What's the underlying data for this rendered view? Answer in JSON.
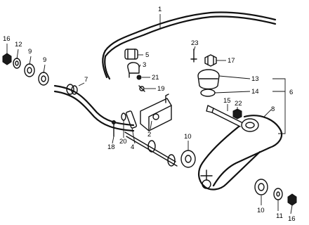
{
  "callouts": [
    {
      "id": "c1",
      "label": "1"
    },
    {
      "id": "c16a",
      "label": "16"
    },
    {
      "id": "c12",
      "label": "12"
    },
    {
      "id": "c9a",
      "label": "9"
    },
    {
      "id": "c9b",
      "label": "9"
    },
    {
      "id": "c5",
      "label": "5"
    },
    {
      "id": "c3",
      "label": "3"
    },
    {
      "id": "c21",
      "label": "21"
    },
    {
      "id": "c19",
      "label": "19"
    },
    {
      "id": "c7",
      "label": "7"
    },
    {
      "id": "c23",
      "label": "23"
    },
    {
      "id": "c17",
      "label": "17"
    },
    {
      "id": "c13",
      "label": "13"
    },
    {
      "id": "c14",
      "label": "14"
    },
    {
      "id": "c6",
      "label": "6"
    },
    {
      "id": "c15",
      "label": "15"
    },
    {
      "id": "c22",
      "label": "22"
    },
    {
      "id": "c8",
      "label": "8"
    },
    {
      "id": "c2",
      "label": "2"
    },
    {
      "id": "c4",
      "label": "4"
    },
    {
      "id": "c20",
      "label": "20"
    },
    {
      "id": "c18",
      "label": "18"
    },
    {
      "id": "c10a",
      "label": "10"
    },
    {
      "id": "c10b",
      "label": "10"
    },
    {
      "id": "c11",
      "label": "11"
    },
    {
      "id": "c16b",
      "label": "16"
    }
  ]
}
